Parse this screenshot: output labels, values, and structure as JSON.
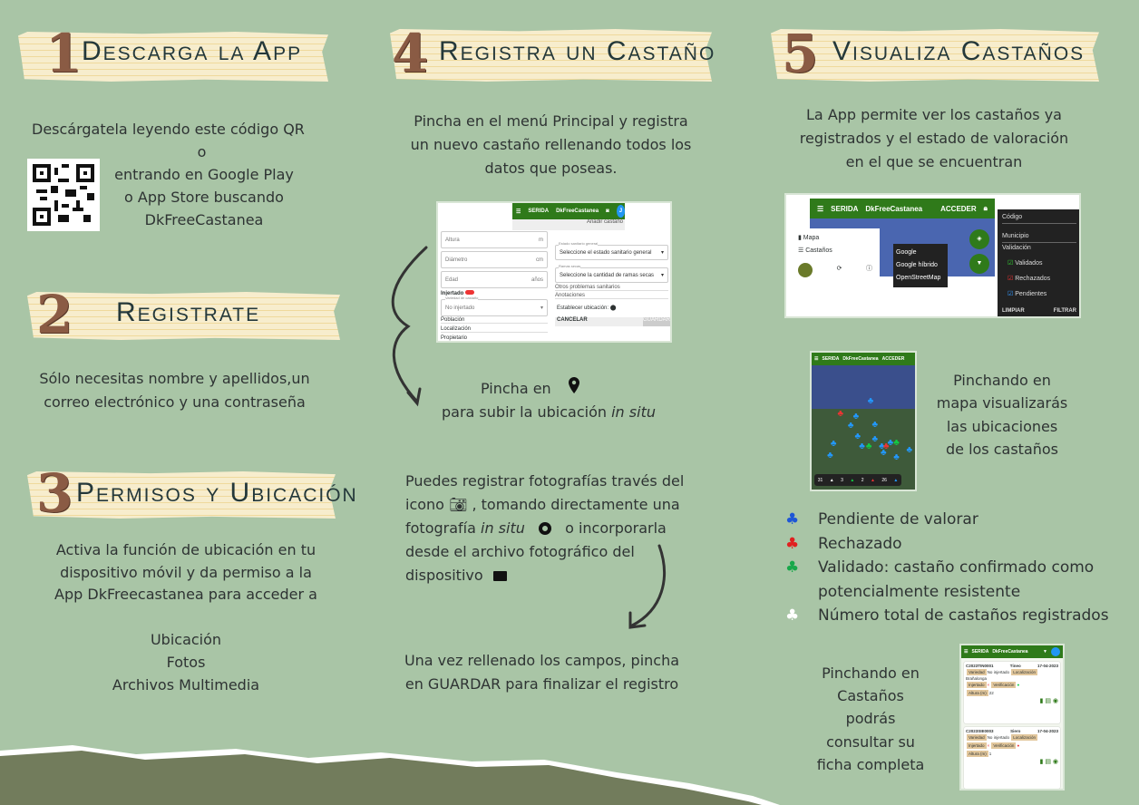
{
  "step1": {
    "number": "1",
    "title": "Descarga la App",
    "lines": [
      "Descárgatela leyendo este código QR",
      "o",
      "entrando en Google Play",
      "o App Store buscando",
      "DkFreeCastanea"
    ]
  },
  "step2": {
    "number": "2",
    "title": "Registrate",
    "lines": [
      "Sólo necesitas nombre y apellidos,un",
      "correo electrónico y una contraseña"
    ]
  },
  "step3": {
    "number": "3",
    "title": "Permisos y Ubicación",
    "lines": [
      "Activa la función de ubicación en tu",
      "dispositivo móvil y da permiso a la",
      "App DkFreecastanea para acceder a"
    ],
    "items": [
      "Ubicación",
      "Fotos",
      "Archivos Multimedia"
    ]
  },
  "step4": {
    "number": "4",
    "title": "Registra un Castaño",
    "lines": [
      "Pincha en el menú Principal y registra",
      "un nuevo castaño rellenando todos los",
      "datos que poseas."
    ],
    "pin_text_a": "Pincha en",
    "pin_text_b": "para subir la ubicación ",
    "in_situ": "in situ",
    "photo": {
      "l1a": "Puedes registrar fotografías través del",
      "l2a": "icono",
      "l2b": ", tomando directamente una",
      "l3a": "fotografía ",
      "l3b": "in situ",
      "l3c": "o incorporarla",
      "l4": "desde el archivo fotográfico del",
      "l5": "dispositivo"
    },
    "final": [
      "Una vez rellenado los campos, pincha",
      "en GUARDAR para finalizar el registro"
    ],
    "form": {
      "brand": "SERIDA",
      "app": "DkFreeCastanea",
      "avatar": "J",
      "subtitle": "Añadir castaño",
      "altura": "Altura",
      "altura_u": "m",
      "diametro": "Diámetro",
      "diametro_u": "cm",
      "edad": "Edad",
      "edad_u": "años",
      "injertado": "Injertado",
      "variedad_label": "Variedad de castaño",
      "variedad": "No injertado",
      "poblacion": "Población",
      "localizacion": "Localización",
      "propietario": "Propietario",
      "estado_label": "Estado sanitario general",
      "estado": "Seleccione el estado sanitario general",
      "ramas_label": "Ramas secas",
      "ramas": "Seleccione la cantidad de ramas secas",
      "otros": "Otros problemas sanitarios",
      "anotaciones": "Anotaciones",
      "ubicacion": "Establecer ubicación:",
      "cancelar": "CANCELAR",
      "guardar": "GUARDAR"
    }
  },
  "step5": {
    "number": "5",
    "title": "Visualiza Castaños",
    "lines": [
      "La App permite ver los castaños ya",
      "registrados y el estado de valoración",
      "en el que se encuentran"
    ],
    "menu": {
      "brand": "SERIDA",
      "app": "DkFreeCastanea",
      "acceder": "ACCEDER",
      "mapa": "Mapa",
      "castanos": "Castaños",
      "layers": [
        "Google",
        "Google híbrido",
        "OpenStreetMap"
      ],
      "codigo": "Código",
      "municipio": "Municipio",
      "validacion": "Validación",
      "validados": "Validados",
      "rechazados": "Rechazados",
      "pendientes": "Pendientes",
      "limpiar": "LIMPIAR",
      "filtrar": "FILTRAR"
    },
    "map_text": [
      "Pinchando en",
      "mapa visualizarás",
      "las ubicaciones",
      "de los castaños"
    ],
    "map_counts": [
      "31",
      "3",
      "2",
      "26"
    ],
    "legend": [
      {
        "label": "Pendiente de valorar",
        "color": "#1f57d6"
      },
      {
        "label": "Rechazado",
        "color": "#e02020"
      },
      {
        "label": "Validado: castaño confirmado como",
        "color": "#18a84a"
      },
      {
        "label": "potencialmente resistente",
        "color": ""
      },
      {
        "label": "Número total de castaños registrados",
        "color": "#ffffff"
      }
    ],
    "card_text": [
      "Pinchando en",
      "Castaños",
      "podrás",
      "consultar su",
      "ficha completa"
    ],
    "cards": [
      {
        "code": "C2023TIN0001",
        "place": "Tineo",
        "date": "17-04-2023",
        "variedad": "Variedad",
        "variedad_v": "No injertado",
        "loc": "Localización",
        "loc_v": "Brañalonga",
        "inj": "Injertado",
        "ver": "Verificación",
        "alt": "Altura (m)",
        "alt_v": "22"
      },
      {
        "code": "C2023SIE0003",
        "place": "Siero",
        "date": "17-04-2023",
        "variedad": "Variedad",
        "variedad_v": "No injertado",
        "loc": "Localización",
        "inj": "Injertado",
        "ver": "Verificación",
        "alt": "Altura (m)",
        "alt_v": "1"
      }
    ]
  }
}
